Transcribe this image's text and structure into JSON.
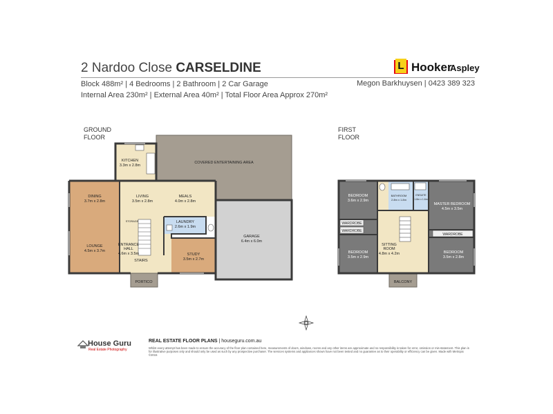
{
  "header": {
    "address_prefix": "2 Nardoo Close",
    "suburb": "CARSELDINE",
    "spec_line1": "Block 488m² | 4 Bedrooms | 2 Bathroom | 2 Car Garage",
    "spec_line2": "Internal Area 230m² | External Area 40m² | Total Floor Area Approx 270m²",
    "agent": "Megon Barkhuysen | 0423 389 323",
    "logo_mark": "L",
    "logo_name": "Hooker",
    "logo_location": "Aspley"
  },
  "ground_floor": {
    "label": "GROUND\nFLOOR",
    "rooms": {
      "kitchen": {
        "name": "KITCHEN",
        "size": "3.3m x 2.8m"
      },
      "covered": {
        "name": "COVERED ENTERTAINING AREA"
      },
      "dining": {
        "name": "DINING",
        "size": "3.7m x 2.8m"
      },
      "living": {
        "name": "LIVING",
        "size": "3.5m x 2.8m"
      },
      "meals": {
        "name": "MEALS",
        "size": "4.0m x 2.8m"
      },
      "storage": {
        "name": "STORAGE"
      },
      "laundry": {
        "name": "LAUNDRY",
        "size": "2.6m x 1.9m"
      },
      "garage": {
        "name": "GARAGE",
        "size": "6.4m x 6.0m"
      },
      "lounge": {
        "name": "LOUNGE",
        "size": "4.5m x 3.7m"
      },
      "entrance": {
        "name": "ENTRANCE\nHALL",
        "size": "4.6m x 3.5m"
      },
      "study": {
        "name": "STUDY",
        "size": "3.5m x 2.7m"
      },
      "stairs": {
        "name": "STAIRS"
      },
      "portico": {
        "name": "PORTICO"
      }
    }
  },
  "first_floor": {
    "label": "FIRST\nFLOOR",
    "rooms": {
      "bed_nw": {
        "name": "BEDROOM",
        "size": "3.6m x 2.9m"
      },
      "bathroom": {
        "name": "BATHROOM",
        "size": "2.8m x 1.8m"
      },
      "ensuite": {
        "name": "ENSUITE",
        "size": "1.8m x 1.6m"
      },
      "master": {
        "name": "MASTER BEDROOM",
        "size": "4.5m x 3.5m"
      },
      "wardrobe_1": {
        "name": "WARDROBE"
      },
      "wardrobe_2": {
        "name": "WARDROBE"
      },
      "wardrobe_3": {
        "name": "WARDROBE"
      },
      "sitting": {
        "name": "SITTING\nROOM",
        "size": "4.8m x 4.2m"
      },
      "bed_sw": {
        "name": "BEDROOM",
        "size": "3.5m x 2.9m"
      },
      "bed_se": {
        "name": "BEDROOM",
        "size": "3.5m x 2.8m"
      },
      "balcony": {
        "name": "BALCONY"
      }
    }
  },
  "footer": {
    "brand": "House Guru",
    "brand_sub": "Real Estate Photography",
    "title": "REAL ESTATE FLOOR PLANS",
    "site": "| houseguru.com.au",
    "disclaimer": "Whilst every attempt has been made to ensure the accuracy of the floor plan contained here, measurements of doors, windows, rooms and any other items are approximate and no responsibility is taken for error, omission or mis-statement. This plan is for illustrative purposes only and should only be used as such by any prospective purchaser. The services systems and appliances shown have not been tested and no guarantee as to their operability or efficiency can be given. Made with Metropix ©2015"
  },
  "colors": {
    "wood": "#d9aa7c",
    "carpet": "#7a7a7a",
    "tile": "#f2e6c4",
    "blue": "#c8dcf0",
    "concrete": "#d2d2d2",
    "deck": "#a59d91",
    "wall": "#3a3a3a",
    "brand_red": "#e30613",
    "brand_yellow": "#f7d11a"
  }
}
